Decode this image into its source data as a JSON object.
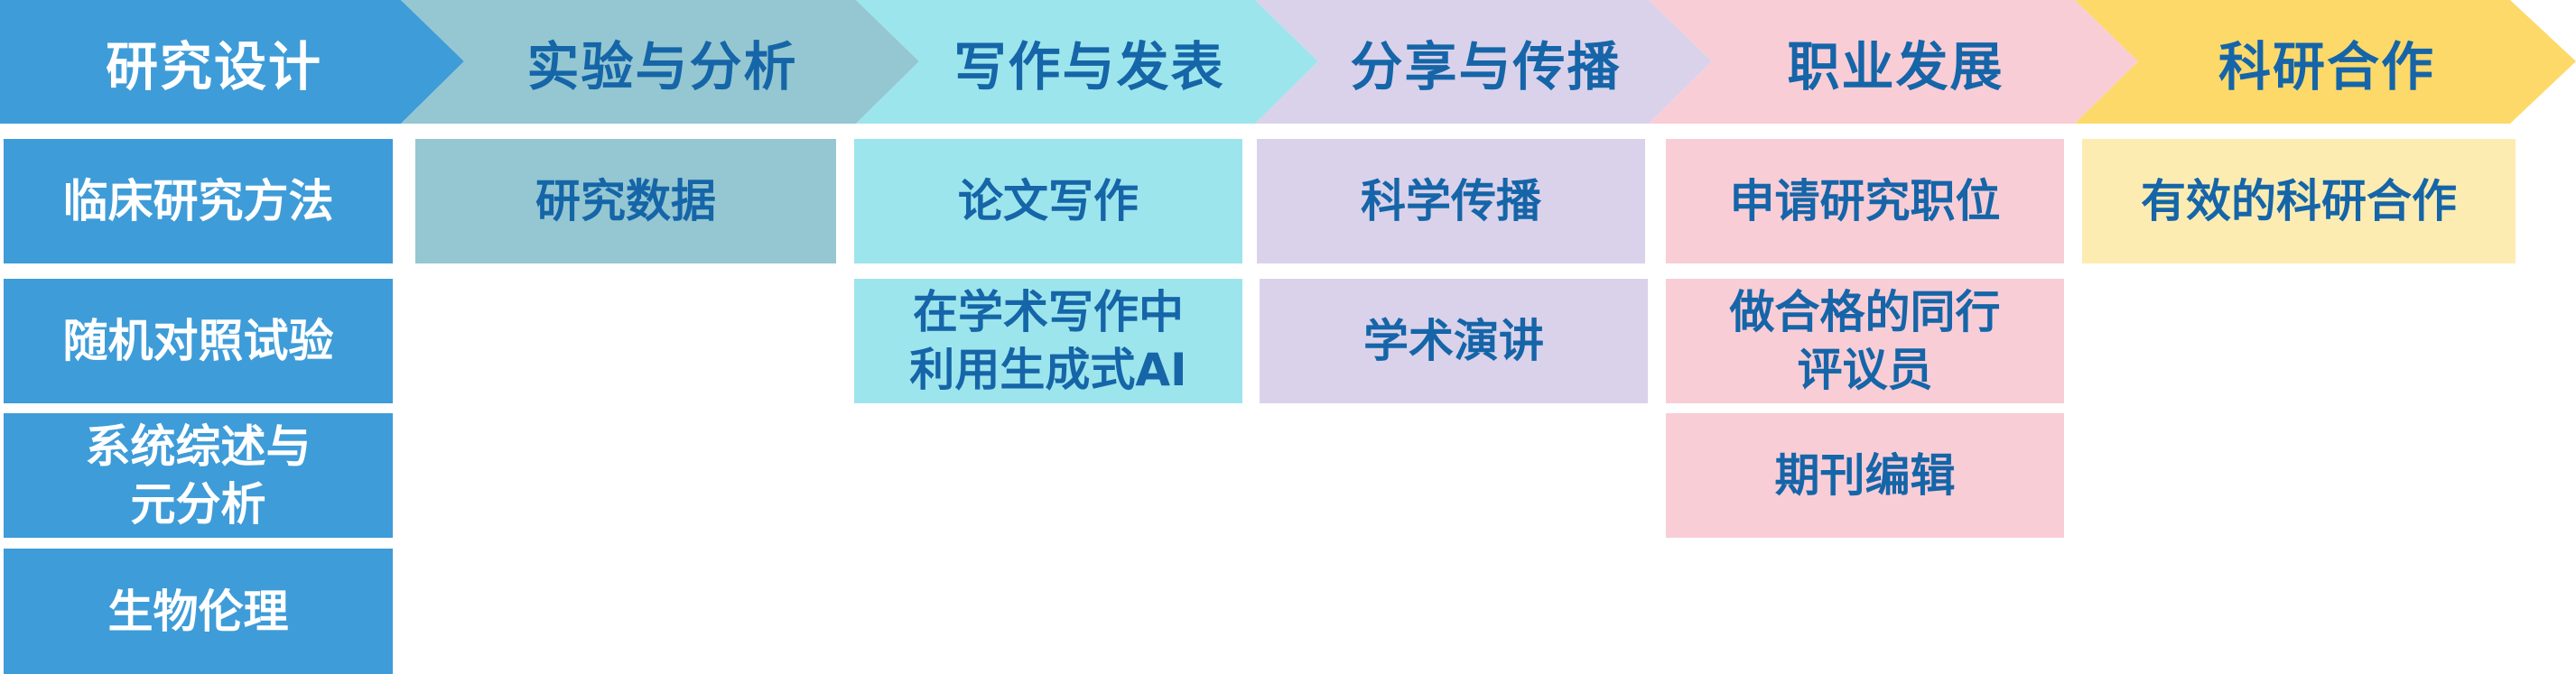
{
  "colors": {
    "blue": "#3E9CD8",
    "teal": "#94C7D1",
    "cyan": "#9DE5EC",
    "lavender": "#DAD2EA",
    "pink": "#F8CDD6",
    "yellow": "#FDD96A",
    "light_yellow": "#FDECB1",
    "text_dark": "#1565A8",
    "text_white": "#FFFFFF"
  },
  "stages": [
    {
      "title": "研究设计",
      "items": [
        [
          "临床研究方法"
        ],
        [
          "随机对照试验"
        ],
        [
          "系统综述与",
          "元分析"
        ],
        [
          "生物伦理"
        ]
      ]
    },
    {
      "title": "实验与分析",
      "items": [
        [
          "研究数据"
        ]
      ]
    },
    {
      "title": "写作与发表",
      "items": [
        [
          "论文写作"
        ],
        [
          "在学术写作中",
          "利用生成式AI"
        ]
      ]
    },
    {
      "title": "分享与传播",
      "items": [
        [
          "科学传播"
        ],
        [
          "学术演讲"
        ]
      ]
    },
    {
      "title": "职业发展",
      "items": [
        [
          "申请研究职位"
        ],
        [
          "做合格的同行",
          "评议员"
        ],
        [
          "期刊编辑"
        ]
      ]
    },
    {
      "title": "科研合作",
      "items": [
        [
          "有效的科研合作"
        ]
      ]
    }
  ]
}
